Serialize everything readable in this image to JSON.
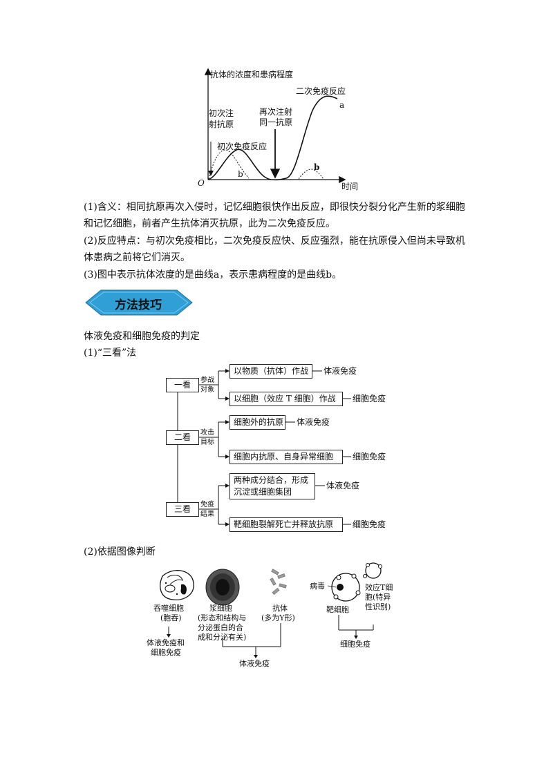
{
  "graph": {
    "y_axis_label": "抗体的浓度和患病程度",
    "x_axis_label": "时间",
    "origin_label": "O",
    "first_injection": [
      "初次注",
      "射抗原"
    ],
    "second_injection": [
      "再次注射",
      "同一抗原"
    ],
    "primary_response": "初次免疫反应",
    "secondary_response": "二次免疫反应",
    "curve_a": "a",
    "curve_b1": "b",
    "curve_b2": "b"
  },
  "paragraphs": {
    "p1_line1": "(1)含义：相同抗原再次入侵时，记忆细胞很快作出反应，即很快分裂分化产生新的浆细胞",
    "p1_line2": "和记忆细胞，前者产生抗体消灭抗原，此为二次免疫反应。",
    "p2_line1": "(2)反应特点：与初次免疫相比，二次免疫反应快、反应强烈，能在抗原侵入但尚未导致机",
    "p2_line2": "体患病之前将它们消灭。",
    "p3": "(3)图中表示抗体浓度的是曲线a，表示患病程度的是曲线b。"
  },
  "banner": {
    "text": "方法技巧",
    "color": "#2f9fd6"
  },
  "section": {
    "title": "体液免疫和细胞免疫的判定",
    "sub1": "(1)“三看”法",
    "sub2": "(2)依据图像判断"
  },
  "tree": {
    "look1": "一看",
    "look2": "二看",
    "look3": "三看",
    "k1": [
      "参战",
      "对象"
    ],
    "k2": [
      "攻击",
      "目标"
    ],
    "k3": [
      "免疫",
      "结果"
    ],
    "b1": "以物质（抗体）作战",
    "r1": "体液免疫",
    "b2": "以细胞（效应 T 细胞）作战",
    "r2": "细胞免疫",
    "b3": "细胞外的抗原",
    "r3": "体液免疫",
    "b4": "细胞内抗原、自身异常细胞",
    "r4": "细胞免疫",
    "b5": [
      "两种成分结合，形成",
      "沉淀或细胞集团"
    ],
    "r5": "体液免疫",
    "b6": "靶细胞裂解死亡并释放抗原",
    "r6": "细胞免疫"
  },
  "images": {
    "phago": [
      "吞噬细胞",
      "(胞吞)"
    ],
    "phago_result": [
      "体液免疫和",
      "细胞免疫"
    ],
    "plasma": [
      "浆细胞",
      "(形态和结构与",
      "分泌蛋白的合",
      "成和分泌有关)"
    ],
    "antibody": [
      "抗体",
      "(多为Y形)"
    ],
    "humoral": "体液免疫",
    "virus": "病毒",
    "target": "靶细胞",
    "effector": [
      "效应T细",
      "胞(特异",
      "性识别)"
    ],
    "cellular": "细胞免疫"
  }
}
